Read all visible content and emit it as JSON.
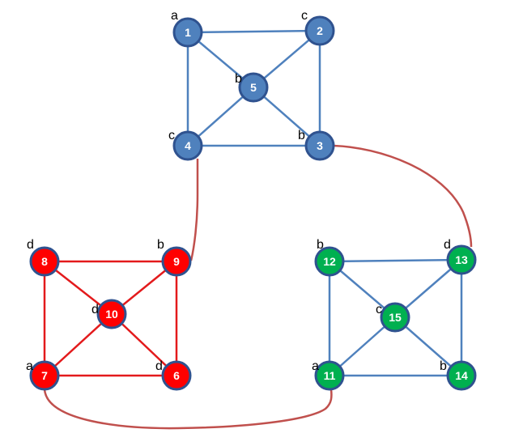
{
  "colors": {
    "blue_fill": "#4f81bd",
    "blue_stroke": "#2f528f",
    "blue_edge": "#4f81bd",
    "red_fill": "#ff0000",
    "red_stroke": "#2f528f",
    "red_edge": "#e31a1c",
    "green_fill": "#00b050",
    "green_stroke": "#2f528f",
    "green_edge": "#4f81bd",
    "link_edge": "#c0504d"
  },
  "nodes": [
    {
      "id": "1",
      "tag": "a",
      "group": "blue"
    },
    {
      "id": "2",
      "tag": "c",
      "group": "blue"
    },
    {
      "id": "3",
      "tag": "b",
      "group": "blue"
    },
    {
      "id": "4",
      "tag": "c",
      "group": "blue"
    },
    {
      "id": "5",
      "tag": "b",
      "group": "blue"
    },
    {
      "id": "6",
      "tag": "d",
      "group": "red"
    },
    {
      "id": "7",
      "tag": "a",
      "group": "red"
    },
    {
      "id": "8",
      "tag": "d",
      "group": "red"
    },
    {
      "id": "9",
      "tag": "b",
      "group": "red"
    },
    {
      "id": "10",
      "tag": "d",
      "group": "red"
    },
    {
      "id": "11",
      "tag": "a",
      "group": "green"
    },
    {
      "id": "12",
      "tag": "b",
      "group": "green"
    },
    {
      "id": "13",
      "tag": "d",
      "group": "green"
    },
    {
      "id": "14",
      "tag": "b",
      "group": "green"
    },
    {
      "id": "15",
      "tag": "c",
      "group": "green"
    }
  ],
  "edges": [
    {
      "from": "1",
      "to": "2",
      "group": "blue"
    },
    {
      "from": "1",
      "to": "4",
      "group": "blue"
    },
    {
      "from": "1",
      "to": "5",
      "group": "blue"
    },
    {
      "from": "2",
      "to": "3",
      "group": "blue"
    },
    {
      "from": "2",
      "to": "5",
      "group": "blue"
    },
    {
      "from": "3",
      "to": "4",
      "group": "blue"
    },
    {
      "from": "3",
      "to": "5",
      "group": "blue"
    },
    {
      "from": "4",
      "to": "5",
      "group": "blue"
    },
    {
      "from": "8",
      "to": "9",
      "group": "red"
    },
    {
      "from": "8",
      "to": "7",
      "group": "red"
    },
    {
      "from": "8",
      "to": "10",
      "group": "red"
    },
    {
      "from": "9",
      "to": "6",
      "group": "red"
    },
    {
      "from": "9",
      "to": "10",
      "group": "red"
    },
    {
      "from": "7",
      "to": "6",
      "group": "red"
    },
    {
      "from": "7",
      "to": "10",
      "group": "red"
    },
    {
      "from": "6",
      "to": "10",
      "group": "red"
    },
    {
      "from": "12",
      "to": "13",
      "group": "green"
    },
    {
      "from": "12",
      "to": "11",
      "group": "green"
    },
    {
      "from": "12",
      "to": "15",
      "group": "green"
    },
    {
      "from": "13",
      "to": "14",
      "group": "green"
    },
    {
      "from": "13",
      "to": "15",
      "group": "green"
    },
    {
      "from": "11",
      "to": "14",
      "group": "green"
    },
    {
      "from": "11",
      "to": "15",
      "group": "green"
    },
    {
      "from": "14",
      "to": "15",
      "group": "green"
    },
    {
      "from": "4",
      "to": "9",
      "group": "link"
    },
    {
      "from": "3",
      "to": "13",
      "group": "link"
    },
    {
      "from": "7",
      "to": "11",
      "group": "link"
    }
  ]
}
